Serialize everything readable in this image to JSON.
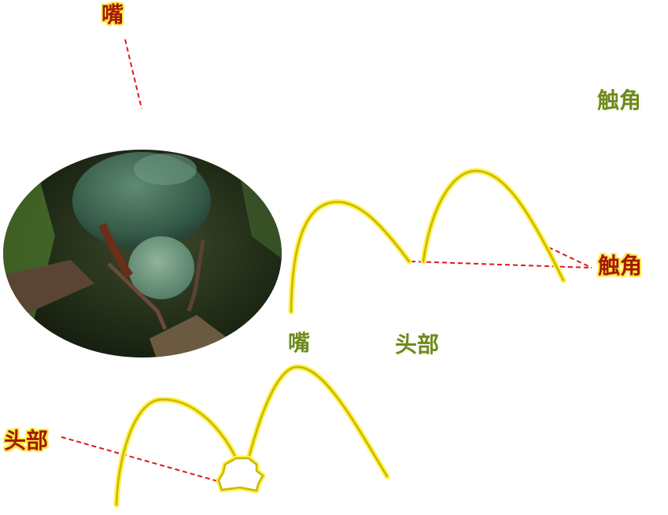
{
  "labels": {
    "mouth_top": "嘴",
    "antenna_top_right": "触角",
    "antenna_right": "触角",
    "mouth_middle": "嘴",
    "head_middle": "头部",
    "head_left": "头部"
  },
  "colors": {
    "label_red": "#a41a00",
    "label_green": "#6e8a1c",
    "label_glow": "#ffe84a",
    "leader_line": "#e01818",
    "outline_stroke": "#c9b800",
    "outline_glow": "#fff04a"
  }
}
